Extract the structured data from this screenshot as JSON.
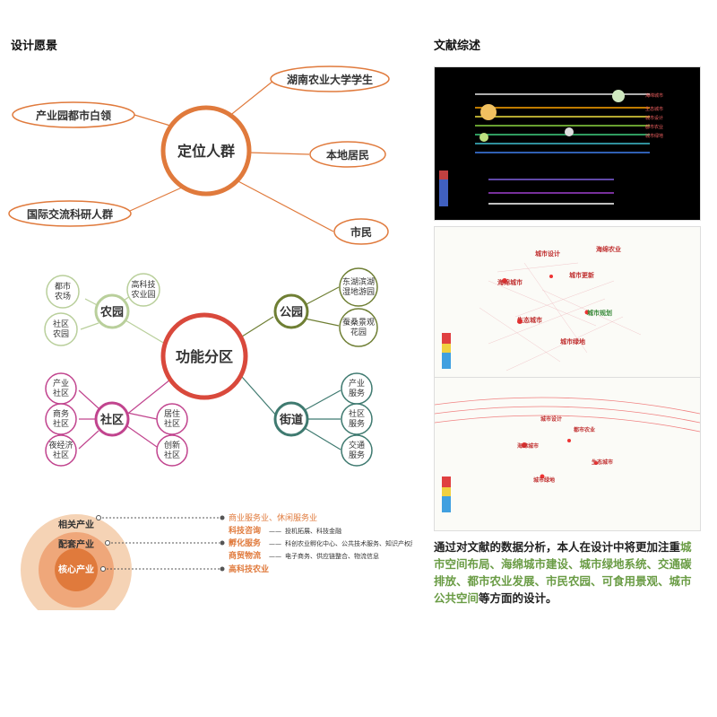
{
  "left": {
    "title": "设计愿景",
    "target": {
      "center": "定位人群",
      "nodes": [
        "湖南农业大学学生",
        "产业园都市白领",
        "本地居民",
        "国际交流科研人群",
        "市民"
      ]
    },
    "function": {
      "center": "功能分区",
      "hubs": {
        "nongyuan": {
          "label": "农园",
          "leaves": [
            "都市\n农场",
            "高科技\n农业园",
            "社区\n农园"
          ]
        },
        "gongyuan": {
          "label": "公园",
          "leaves": [
            "东湖滨湖\n湿地游园",
            "蚕桑景观\n花园"
          ]
        },
        "shequ": {
          "label": "社区",
          "leaves": [
            "产业\n社区",
            "商务\n社区",
            "夜经济\n社区",
            "居住\n社区",
            "创新\n社区"
          ]
        },
        "jiedao": {
          "label": "街道",
          "leaves": [
            "产业\n服务",
            "社区\n服务",
            "交通\n服务"
          ]
        }
      }
    },
    "industry": {
      "rings": [
        "相关产业",
        "配套产业",
        "核心产业"
      ],
      "items": [
        {
          "main": "商业服务业、休闲服务业",
          "sub": ""
        },
        {
          "main": "科技咨询",
          "sub": "投机拓展、科技金融"
        },
        {
          "main": "孵化服务",
          "sub": "科创农业孵化中心、公共技术服务、知识产权服务"
        },
        {
          "main": "商贸物流",
          "sub": "电子商务、供应链整合、物流信息"
        },
        {
          "main": "高科技农业",
          "sub": ""
        }
      ]
    }
  },
  "right": {
    "title": "文献综述",
    "summary_intro": "通过对文献的数据分析，本人在设计中将更加注重",
    "summary_highlight": "城市空间布局、海绵城市建设、城市绿地系统、交通碳排放、都市农业发展、市民农园、可食用景观、城市公共空间",
    "summary_outro": "等方面的设计。",
    "map2_keywords": [
      "城市设计",
      "海绵农业",
      "城市更新",
      "海绵城市",
      "生态城市",
      "城市规划",
      "城市绿地"
    ],
    "map3_keywords": [
      "城市设计",
      "都市农业",
      "海绵城市",
      "生态城市",
      "城市绿地"
    ]
  },
  "colors": {
    "orange": "#e07a3c",
    "orange_light": "#f5c9a6",
    "green_light": "#b9cf9b",
    "olive": "#6f7f34",
    "red": "#d9493c",
    "magenta": "#c1448e",
    "teal": "#3f7a70",
    "highlight_green": "#6a9c45"
  }
}
